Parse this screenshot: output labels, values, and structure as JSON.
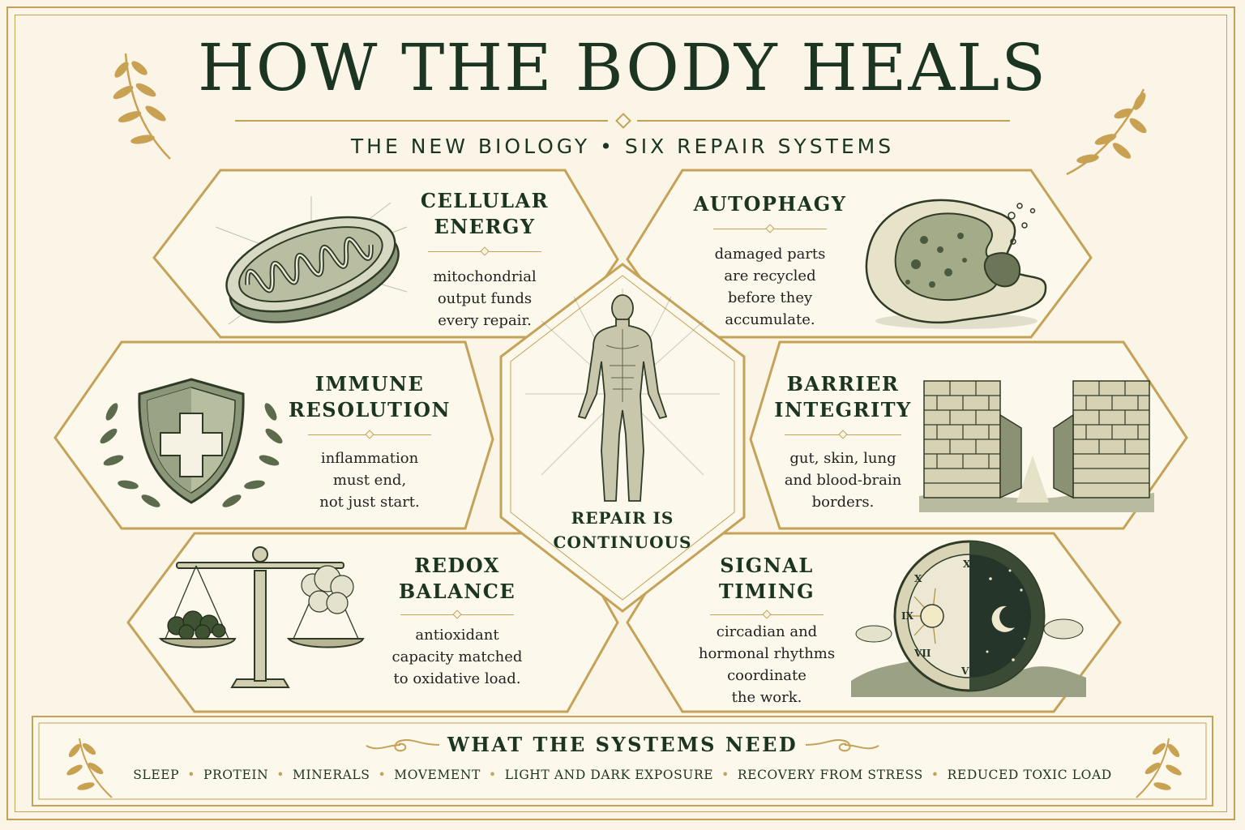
{
  "header": {
    "title": "HOW THE BODY HEALS",
    "subtitle": "THE NEW BIOLOGY • SIX REPAIR SYSTEMS"
  },
  "panels": [
    {
      "title_line1": "CELLULAR",
      "title_line2": "ENERGY",
      "desc_lines": [
        "mitochondrial",
        "output funds",
        "every repair."
      ],
      "icon": "mitochondrion-icon"
    },
    {
      "title_line1": "AUTOPHAGY",
      "title_line2": "",
      "desc_lines": [
        "damaged parts",
        "are recycled",
        "before they",
        "accumulate."
      ],
      "icon": "cell-recycling-icon"
    },
    {
      "title_line1": "IMMUNE",
      "title_line2": "RESOLUTION",
      "desc_lines": [
        "inflammation",
        "must end,",
        "not just start."
      ],
      "icon": "shield-cross-icon"
    },
    {
      "title_line1": "BARRIER",
      "title_line2": "INTEGRITY",
      "desc_lines": [
        "gut, skin, lung",
        "and blood-brain",
        "borders."
      ],
      "icon": "brick-walls-icon"
    },
    {
      "title_line1": "REDOX",
      "title_line2": "BALANCE",
      "desc_lines": [
        "antioxidant",
        "capacity matched",
        "to oxidative load."
      ],
      "icon": "balance-scale-icon"
    },
    {
      "title_line1": "SIGNAL",
      "title_line2": "TIMING",
      "desc_lines": [
        "circadian and",
        "hormonal rhythms",
        "coordinate",
        "the work."
      ],
      "icon": "day-night-clock-icon"
    }
  ],
  "center": {
    "caption_line1": "REPAIR IS",
    "caption_line2": "CONTINUOUS",
    "icon": "human-figure-icon"
  },
  "needs": {
    "heading": "WHAT THE SYSTEMS NEED",
    "items": [
      "SLEEP",
      "PROTEIN",
      "MINERALS",
      "MOVEMENT",
      "LIGHT AND DARK EXPOSURE",
      "RECOVERY FROM STRESS",
      "REDUCED TOXIC LOAD"
    ]
  },
  "colors": {
    "gold": "#c4a257",
    "ink": "#1c3522",
    "paper": "#faf5e7",
    "leaf": "#c9a152"
  }
}
